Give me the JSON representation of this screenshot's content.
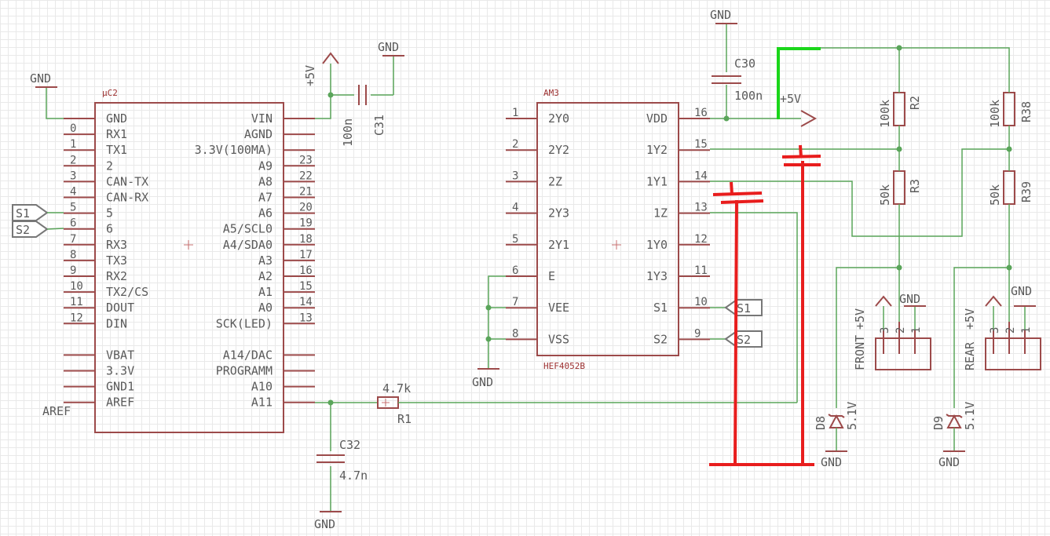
{
  "mcu": {
    "name": "µC2",
    "left_pins": [
      {
        "num": "",
        "name": "GND"
      },
      {
        "num": "0",
        "name": "RX1"
      },
      {
        "num": "1",
        "name": "TX1"
      },
      {
        "num": "2",
        "name": "2"
      },
      {
        "num": "3",
        "name": "CAN-TX"
      },
      {
        "num": "4",
        "name": "CAN-RX"
      },
      {
        "num": "5",
        "name": "5"
      },
      {
        "num": "6",
        "name": "6"
      },
      {
        "num": "7",
        "name": "RX3"
      },
      {
        "num": "8",
        "name": "TX3"
      },
      {
        "num": "9",
        "name": "RX2"
      },
      {
        "num": "10",
        "name": "TX2/CS"
      },
      {
        "num": "11",
        "name": "DOUT"
      },
      {
        "num": "12",
        "name": "DIN"
      },
      {
        "num": "",
        "name": "VBAT"
      },
      {
        "num": "",
        "name": "3.3V"
      },
      {
        "num": "",
        "name": "GND1"
      },
      {
        "num": "",
        "name": "AREF"
      }
    ],
    "right_pins": [
      {
        "num": "",
        "name": "VIN"
      },
      {
        "num": "",
        "name": "AGND"
      },
      {
        "num": "",
        "name": "3.3V(100MA)"
      },
      {
        "num": "23",
        "name": "A9"
      },
      {
        "num": "22",
        "name": "A8"
      },
      {
        "num": "21",
        "name": "A7"
      },
      {
        "num": "20",
        "name": "A6"
      },
      {
        "num": "19",
        "name": "A5/SCL0"
      },
      {
        "num": "18",
        "name": "A4/SDA0"
      },
      {
        "num": "17",
        "name": "A3"
      },
      {
        "num": "16",
        "name": "A2"
      },
      {
        "num": "15",
        "name": "A1"
      },
      {
        "num": "14",
        "name": "A0"
      },
      {
        "num": "13",
        "name": "SCK(LED)"
      },
      {
        "num": "",
        "name": "A14/DAC"
      },
      {
        "num": "",
        "name": "PROGRAMM"
      },
      {
        "num": "",
        "name": "A10"
      },
      {
        "num": "",
        "name": "A11"
      }
    ]
  },
  "mux": {
    "name": "AM3",
    "part": "HEF4052B",
    "left_pins": [
      {
        "num": "1",
        "name": "2Y0"
      },
      {
        "num": "2",
        "name": "2Y2"
      },
      {
        "num": "3",
        "name": "2Z"
      },
      {
        "num": "4",
        "name": "2Y3"
      },
      {
        "num": "5",
        "name": "2Y1"
      },
      {
        "num": "6",
        "name": "E"
      },
      {
        "num": "7",
        "name": "VEE"
      },
      {
        "num": "8",
        "name": "VSS"
      }
    ],
    "right_pins": [
      {
        "num": "16",
        "name": "VDD"
      },
      {
        "num": "15",
        "name": "1Y2"
      },
      {
        "num": "14",
        "name": "1Y1"
      },
      {
        "num": "13",
        "name": "1Z"
      },
      {
        "num": "12",
        "name": "1Y0"
      },
      {
        "num": "11",
        "name": "1Y3"
      },
      {
        "num": "10",
        "name": "S1"
      },
      {
        "num": "9",
        "name": "S2"
      }
    ]
  },
  "labels": {
    "gnd": "GND",
    "plus5v": "+5V",
    "aref_net": "AREF",
    "s1": "S1",
    "s2": "S2",
    "c31": "C31",
    "c31_val": "100n",
    "c30": "C30",
    "c30_val": "100n",
    "c32": "C32",
    "c32_val": "4.7n",
    "r1": "R1",
    "r1_val": "4.7k",
    "r2": "R2",
    "r2_val": "100k",
    "r3": "R3",
    "r3_val": "50k",
    "r38": "R38",
    "r38_val": "100k",
    "r39": "R39",
    "r39_val": "50k",
    "d8": "D8",
    "d8_val": "5.1V",
    "d9": "D9",
    "d9_val": "5.1V",
    "front": "FRONT",
    "rear": "REAR",
    "conn_pin3": "3",
    "conn_pin2": "2",
    "conn_pin1": "1"
  },
  "colors": {
    "symbol": "#9c4a4a",
    "wire": "#5aa55a",
    "annotation_red": "#e81d1d",
    "annotation_green": "#1bd61b"
  }
}
